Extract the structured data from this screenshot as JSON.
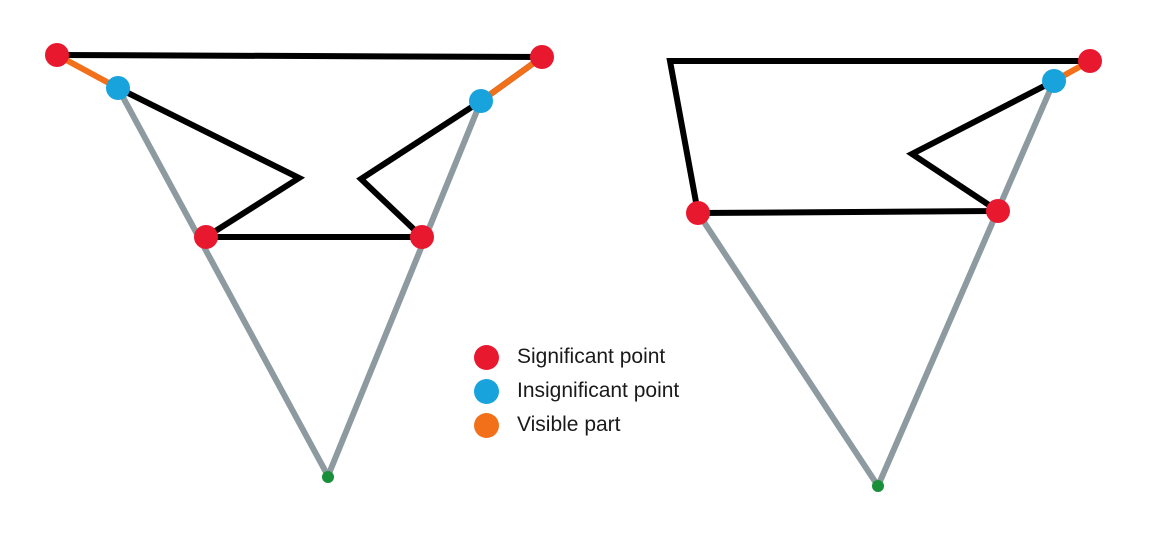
{
  "colors": {
    "significant": "#e8182f",
    "insignificant": "#18a3dd",
    "visible": "#f2701a",
    "observer": "#1a8f3a",
    "sightline": "#8d9aa0",
    "polygon": "#000000"
  },
  "legend": {
    "items": [
      {
        "label": "Significant point",
        "color": "#e8182f"
      },
      {
        "label": "Insignificant point",
        "color": "#18a3dd"
      },
      {
        "label": "Visible part",
        "color": "#f2701a"
      }
    ]
  }
}
